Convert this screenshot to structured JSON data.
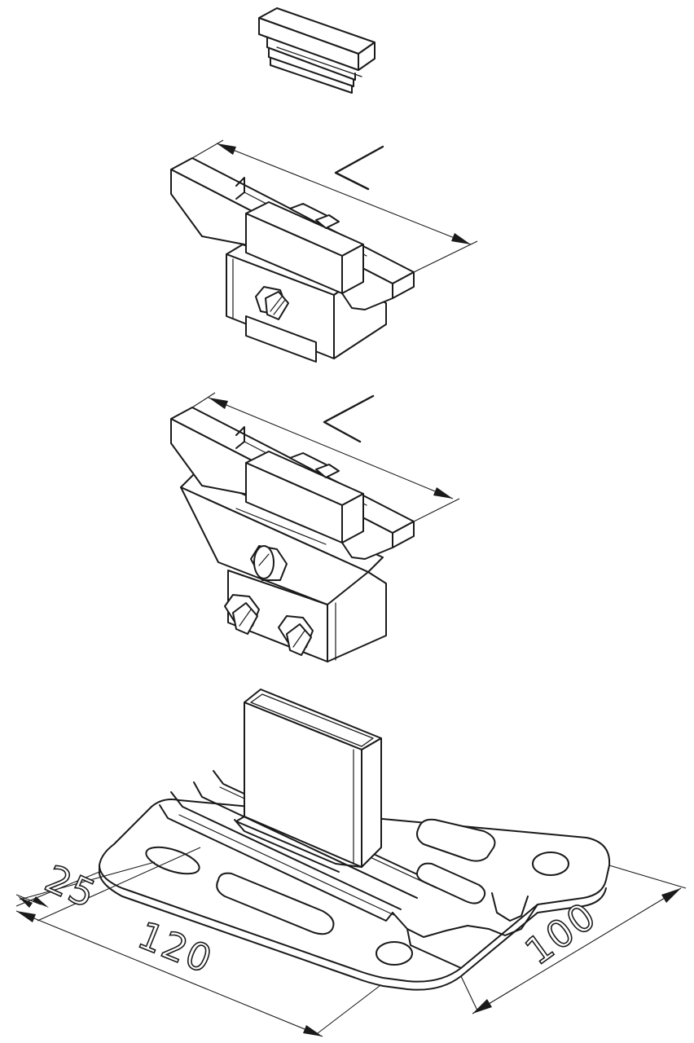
{
  "drawing": {
    "dimensions": {
      "width_label": "100",
      "length_label": "120",
      "slot_offset_label": "25"
    },
    "variable_length_symbol": "L",
    "colors": {
      "line": "#1a1a1a",
      "background": "#ffffff"
    }
  }
}
